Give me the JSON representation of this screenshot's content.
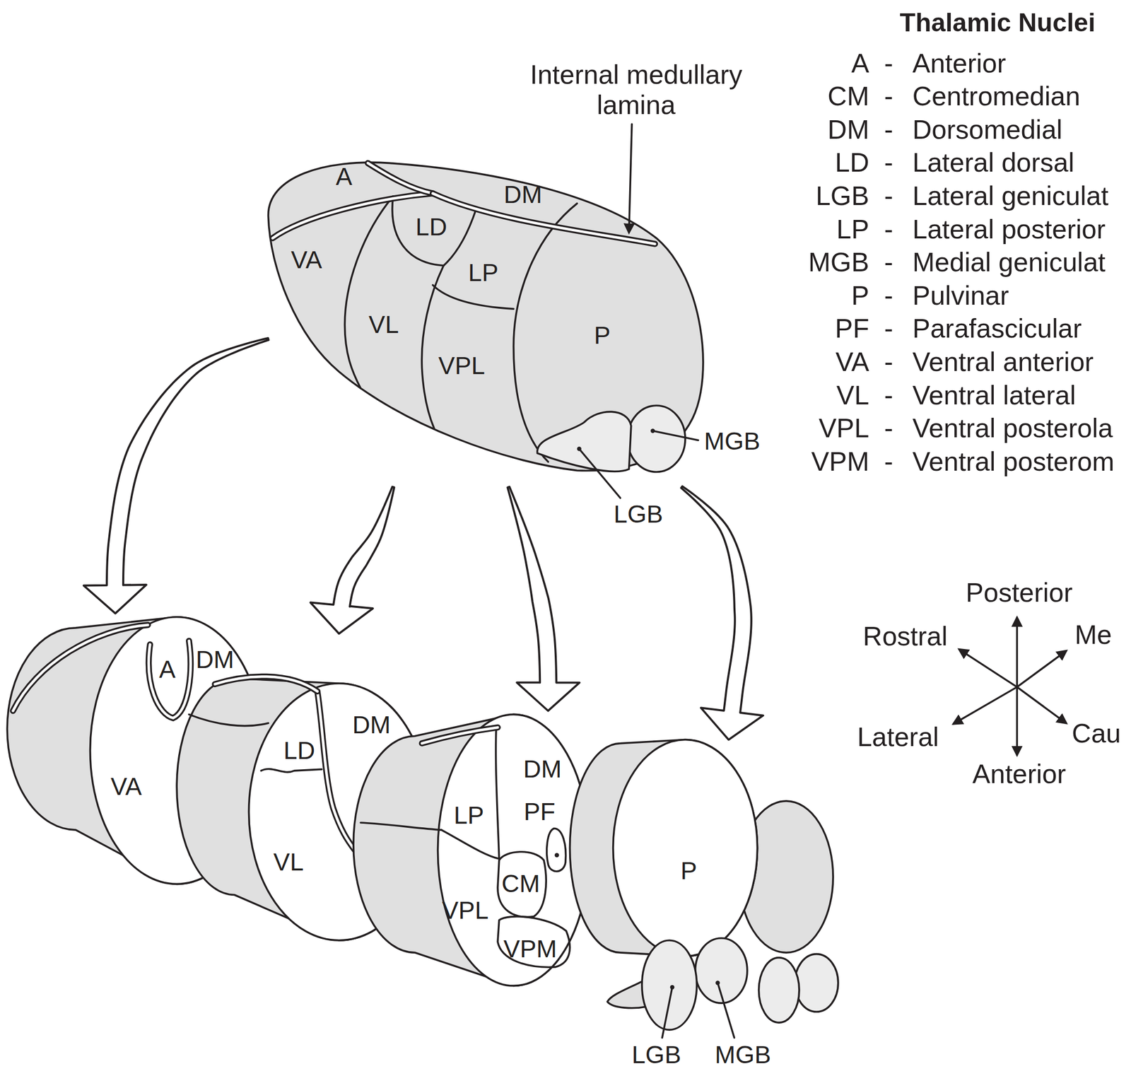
{
  "diagram": {
    "nodes": [
      {
        "text": [
          "A",
          "DM",
          "LD",
          "VA",
          "LP",
          "VL",
          "VPL",
          "P",
          "MGB",
          "LGB"
        ]
      },
      {
        "text": [
          "A",
          "DM",
          "VA"
        ]
      },
      {
        "text": [
          "DM",
          "LD",
          "VL"
        ]
      },
      {
        "text": [
          "DM",
          "PF",
          "LP",
          "CM",
          "VPL",
          "VPM"
        ]
      },
      {
        "text": [
          "P",
          "LGB",
          "MGB"
        ]
      }
    ],
    "edges": [
      {
        "from": 0,
        "to": 1,
        "arrow": "to"
      },
      {
        "from": 0,
        "to": 2,
        "arrow": "to"
      },
      {
        "from": 0,
        "to": 3,
        "arrow": "to"
      },
      {
        "from": 0,
        "to": 4,
        "arrow": "to"
      }
    ],
    "labels": [
      "Internal medullary lamina",
      "Thalamic Nuclei",
      "A",
      "-",
      "Anterior",
      "CM",
      "-",
      "Centromedian",
      "DM",
      "-",
      "Dorsomedial",
      "LD",
      "-",
      "Lateral dorsal",
      "LGB",
      "-",
      "Lateral geniculat",
      "LP",
      "-",
      "Lateral posterior",
      "MGB",
      "-",
      "Medial geniculat",
      "P",
      "-",
      "Pulvinar",
      "PF",
      "-",
      "Parafascicular",
      "VA",
      "-",
      "Ventral anterior",
      "VL",
      "-",
      "Ventral lateral",
      "VPL",
      "-",
      "Ventral posterola",
      "VPM",
      "-",
      "Ventral posterom",
      "Posterior",
      "Rostral",
      "Me",
      "Lateral",
      "Cau",
      "Anterior"
    ]
  }
}
